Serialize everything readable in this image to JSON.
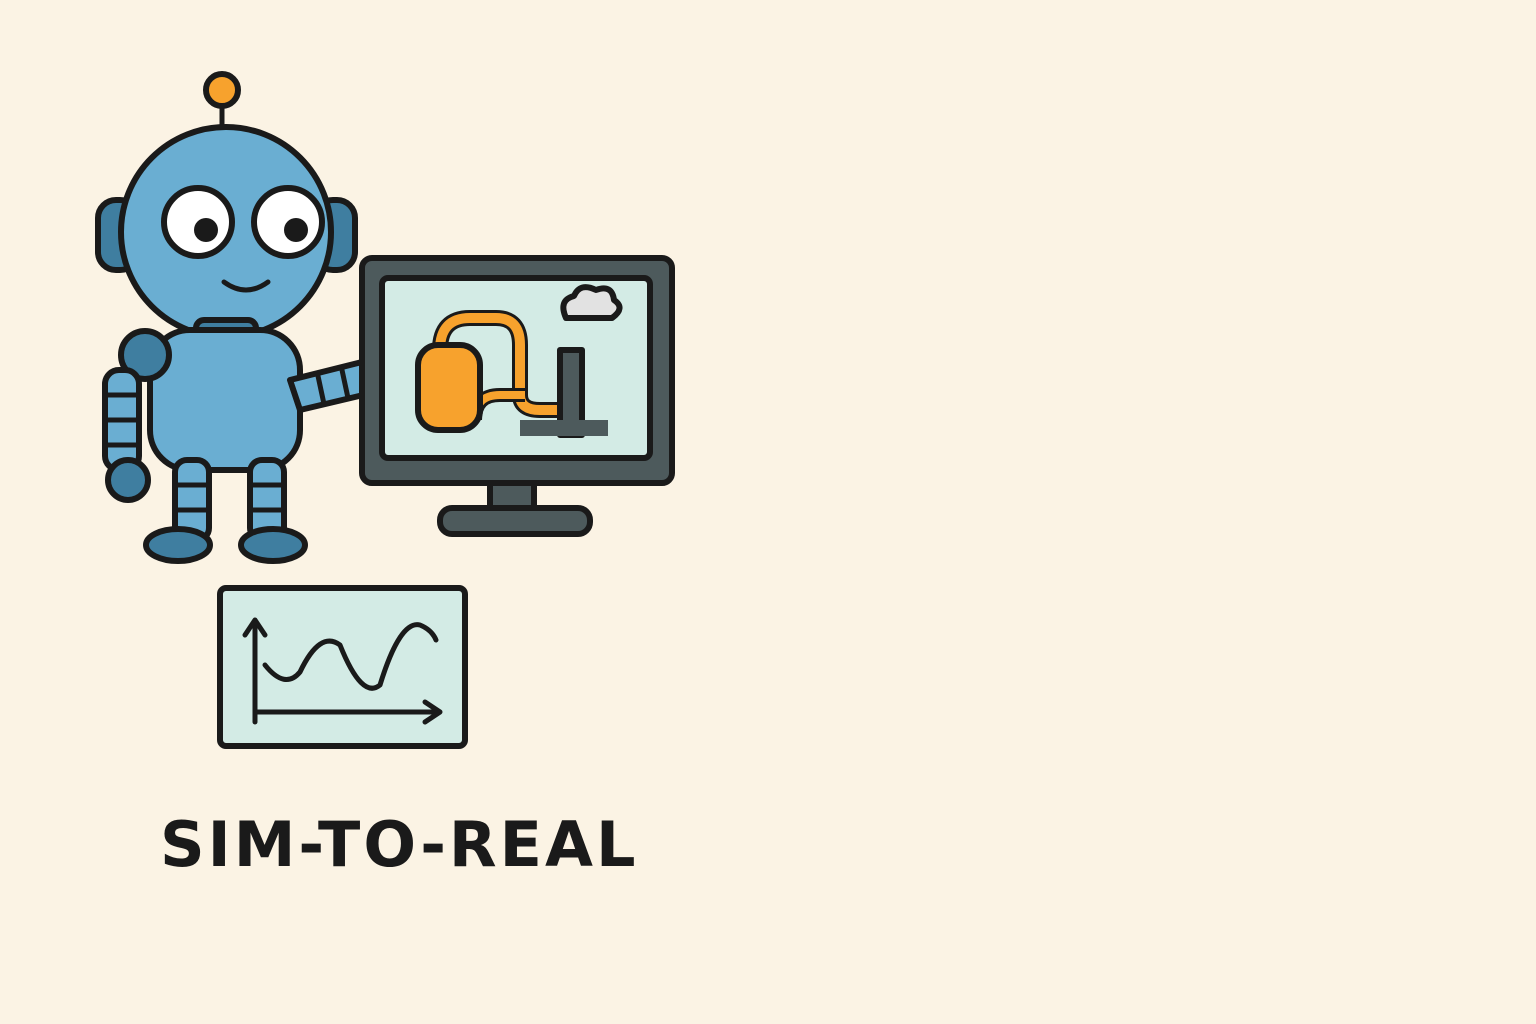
{
  "caption": "SIM-TO-REAL",
  "palette": {
    "background": "#fbf3e4",
    "robot_blue": "#6aaed2",
    "robot_dark": "#3f7ea0",
    "orange": "#f7a22d",
    "machine_gray": "#7f9592",
    "screen_fill": "#d3ebe5",
    "outline": "#1a1a1a",
    "smoke": "#e2e2e2"
  },
  "icons": [
    "robot-with-monitor",
    "simulated-plant-on-screen",
    "signal-chart",
    "curved-arrow",
    "dashed-divider",
    "real-factory",
    "robot-turning-valve",
    "output-chart"
  ]
}
